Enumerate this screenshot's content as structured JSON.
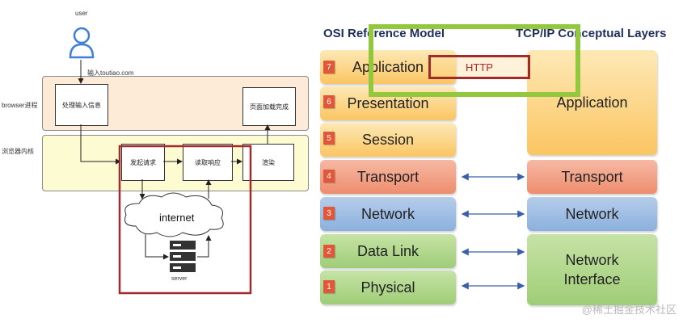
{
  "browser_flow": {
    "user_label": "user",
    "url_label": "输入toutiao.com",
    "process_band_label": "browser进程",
    "kernel_band_label": "浏览器内核",
    "boxes": {
      "handle_input": "处理输入信息",
      "page_loaded": "页面加载完成",
      "send_request": "发起请求",
      "read_response": "读取响应",
      "render": "渲染"
    },
    "internet_label": "internet",
    "server_label": "server"
  },
  "osi": {
    "title_left": "OSI Reference Model",
    "title_right": "TCP/IP Conceptual Layers",
    "layers": [
      {
        "num": "7",
        "name": "Application"
      },
      {
        "num": "6",
        "name": "Presentation"
      },
      {
        "num": "5",
        "name": "Session"
      },
      {
        "num": "4",
        "name": "Transport"
      },
      {
        "num": "3",
        "name": "Network"
      },
      {
        "num": "2",
        "name": "Data Link"
      },
      {
        "num": "1",
        "name": "Physical"
      }
    ],
    "tcpip": {
      "application": "Application",
      "transport": "Transport",
      "network": "Network",
      "network_interface_line1": "Network",
      "network_interface_line2": "Interface"
    },
    "http_label": "HTTP"
  },
  "colors": {
    "highlight_green": "#93c83e",
    "highlight_red": "#a22a2a",
    "number_badge": "#e1573a"
  },
  "watermark": "@稀土掘金技术社区"
}
